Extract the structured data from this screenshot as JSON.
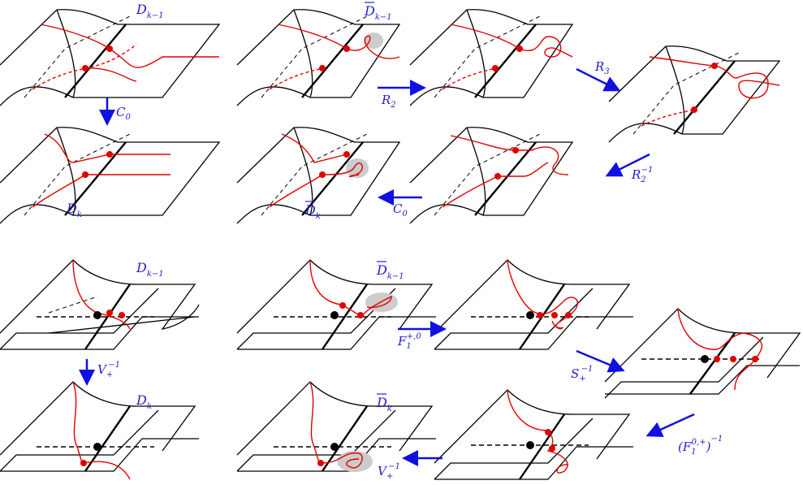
{
  "colors": {
    "ink": "#000000",
    "red": "#e00000",
    "blue": "#1010e0",
    "shade": "#cccccc"
  },
  "labels": {
    "top": {
      "d_km1": {
        "base": "D",
        "sub": "k−1"
      },
      "dbar_km1": {
        "base": "D",
        "sub": "k−1"
      },
      "d_k": {
        "base": "D",
        "sub": "k"
      },
      "dbar_k": {
        "base": "D",
        "sub": "k"
      }
    },
    "bottom": {
      "d_km1": {
        "base": "D",
        "sub": "k−1"
      },
      "dbar_km1": {
        "base": "D",
        "sub": "k−1"
      },
      "d_k": {
        "base": "D",
        "sub": "k"
      },
      "dbar_k": {
        "base": "D",
        "sub": "k"
      }
    }
  },
  "moves": {
    "c0_down": {
      "base": "C",
      "sub": "0"
    },
    "r2": {
      "base": "R",
      "sub": "2"
    },
    "r3": {
      "base": "R",
      "sub": "3"
    },
    "r2_inv": {
      "base": "R",
      "sub": "2",
      "sup": "−1"
    },
    "c0_left": {
      "base": "C",
      "sub": "0"
    },
    "v_inv_down": {
      "base": "V",
      "sub": "+",
      "sup": "−1"
    },
    "f1": {
      "base": "F",
      "sub": "1",
      "sup": "+,0"
    },
    "s_inv": {
      "base": "S",
      "sub": "+",
      "sup": "−1"
    },
    "f1_inv": {
      "open": "(",
      "base": "F",
      "sub": "1",
      "sup": "0,+",
      "close": ")",
      "sup2": "−1"
    },
    "v_inv_left": {
      "base": "V",
      "sub": "+",
      "sup": "−1"
    }
  }
}
